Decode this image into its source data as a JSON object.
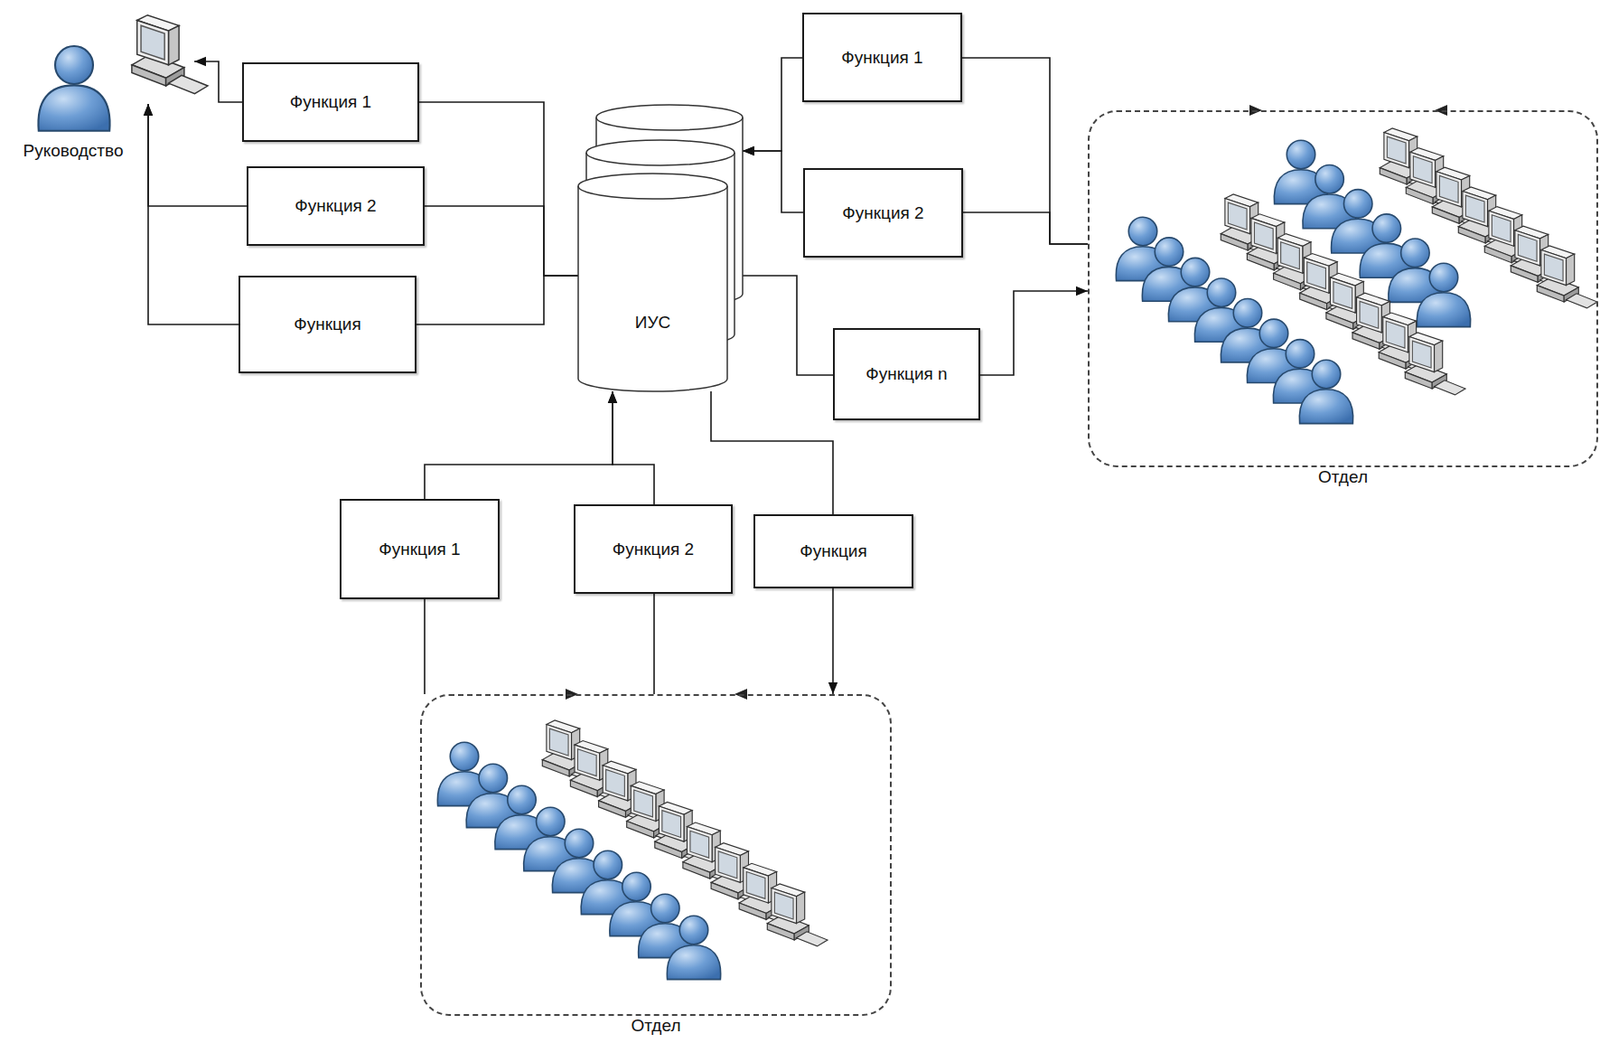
{
  "diagram": {
    "nodes": [
      {
        "text": [
          "Руководство"
        ]
      },
      {
        "text": [
          "Функция 1"
        ]
      },
      {
        "text": [
          "Функция 2"
        ]
      },
      {
        "text": [
          "Функция"
        ]
      },
      {
        "text": [
          "ИУС"
        ]
      },
      {
        "text": [
          "Функция 1"
        ]
      },
      {
        "text": [
          "Функция 2"
        ]
      },
      {
        "text": [
          "Функция n"
        ]
      },
      {
        "text": [
          "Отдел"
        ]
      },
      {
        "text": [
          "Функция 1"
        ]
      },
      {
        "text": [
          "Функция 2"
        ]
      },
      {
        "text": [
          "Функция"
        ]
      },
      {
        "text": [
          "Отдел"
        ]
      }
    ],
    "edges": [
      {
        "from": 4,
        "to": 1,
        "arrow": "none"
      },
      {
        "from": 4,
        "to": 2,
        "arrow": "none"
      },
      {
        "from": 4,
        "to": 3,
        "arrow": "none"
      },
      {
        "from": 1,
        "to": 0,
        "arrow": "to"
      },
      {
        "from": 2,
        "to": 0,
        "arrow": "to"
      },
      {
        "from": 3,
        "to": 0,
        "arrow": "to"
      },
      {
        "from": 8,
        "to": 5,
        "arrow": "none"
      },
      {
        "from": 8,
        "to": 6,
        "arrow": "none"
      },
      {
        "from": 5,
        "to": 4,
        "arrow": "to"
      },
      {
        "from": 6,
        "to": 4,
        "arrow": "to"
      },
      {
        "from": 4,
        "to": 7,
        "arrow": "none"
      },
      {
        "from": 7,
        "to": 8,
        "arrow": "to"
      },
      {
        "from": 9,
        "to": 4,
        "arrow": "to"
      },
      {
        "from": 10,
        "to": 4,
        "arrow": "to"
      },
      {
        "from": 4,
        "to": 11,
        "arrow": "none"
      },
      {
        "from": 11,
        "to": 12,
        "arrow": "to"
      },
      {
        "from": 12,
        "to": 9,
        "arrow": "none"
      },
      {
        "from": 12,
        "to": 10,
        "arrow": "none"
      }
    ]
  }
}
